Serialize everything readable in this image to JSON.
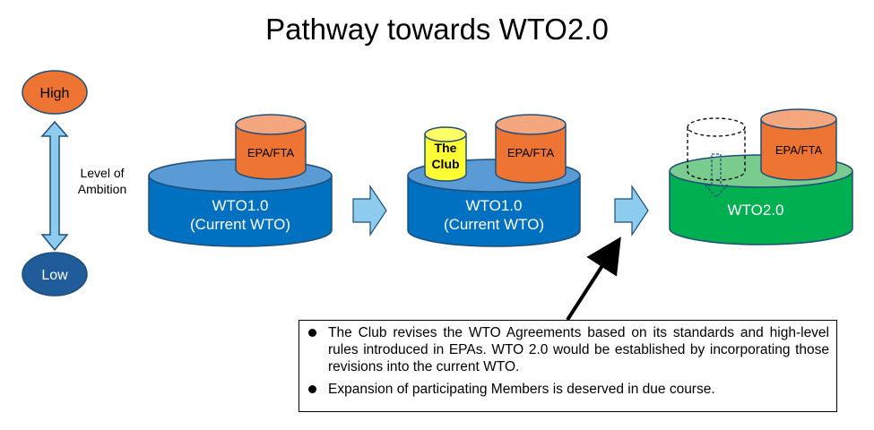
{
  "title": "Pathway towards WTO2.0",
  "scale": {
    "high_label": "High",
    "low_label": "Low",
    "axis_label_line1": "Level of",
    "axis_label_line2": "Ambition"
  },
  "stages": [
    {
      "base_line1": "WTO1.0",
      "base_line2": "(Current WTO)",
      "epa_label": "EPA/FTA"
    },
    {
      "club_line1": "The",
      "club_line2": "Club",
      "base_line1": "WTO1.0",
      "base_line2": "(Current WTO)",
      "epa_label": "EPA/FTA"
    },
    {
      "base_line1": "WTO2.0",
      "epa_label": "EPA/FTA"
    }
  ],
  "callout": {
    "bullets": [
      "The Club revises the WTO Agreements based on its standards and high-level rules introduced in EPAs. WTO 2.0 would be established by incorporating those revisions into the current WTO.",
      "Expansion of participating Members is deserved in due course."
    ]
  },
  "colors": {
    "high": "#ED7432",
    "low": "#1F5C99",
    "arrow_light": "#8DCCEE",
    "wto_blue": "#0070C0",
    "wto_blue_top": "#5B9BD5",
    "wto_green": "#00B050",
    "wto_green_top": "#7ACB8E",
    "epa_orange": "#ED7432",
    "epa_top": "#F4A77E",
    "club_yellow": "#FFFF33"
  }
}
